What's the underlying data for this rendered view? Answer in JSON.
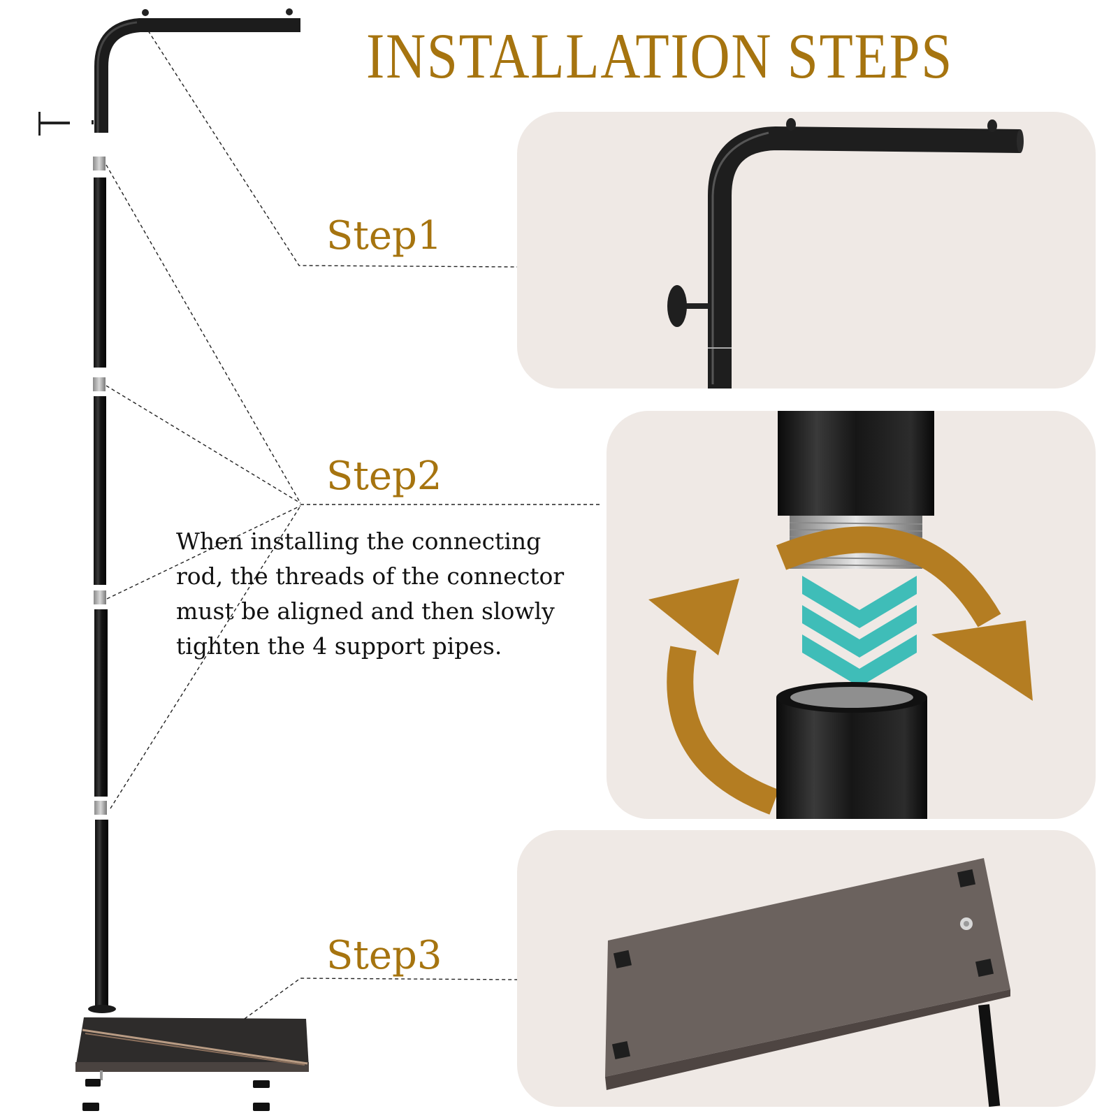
{
  "header": {
    "title": "INSTALLATION STEPS"
  },
  "steps": [
    {
      "label": "Step1",
      "illustration": "top-bracket-with-hanger-knob"
    },
    {
      "label": "Step2",
      "illustration": "threaded-connector-rotate-align",
      "description_lines": [
        "When installing the connecting",
        "rod, the threads of the connector",
        "must be aligned and then slowly",
        "tighten the 4 support pipes."
      ]
    },
    {
      "label": "Step3",
      "illustration": "base-plate-underside-with-pads"
    }
  ],
  "diagram": {
    "left_product": "exploded-floor-stand",
    "support_pipe_count": 4,
    "connector_count": 4
  },
  "colors": {
    "title_gold": "#a6740f",
    "panel_bg": "#efe9e5",
    "rotate_arrow": "#b47d22",
    "down_chevrons": "#3fbdb8",
    "pipe_black": "#1a1a1a",
    "base_plate": "#6e6460"
  }
}
